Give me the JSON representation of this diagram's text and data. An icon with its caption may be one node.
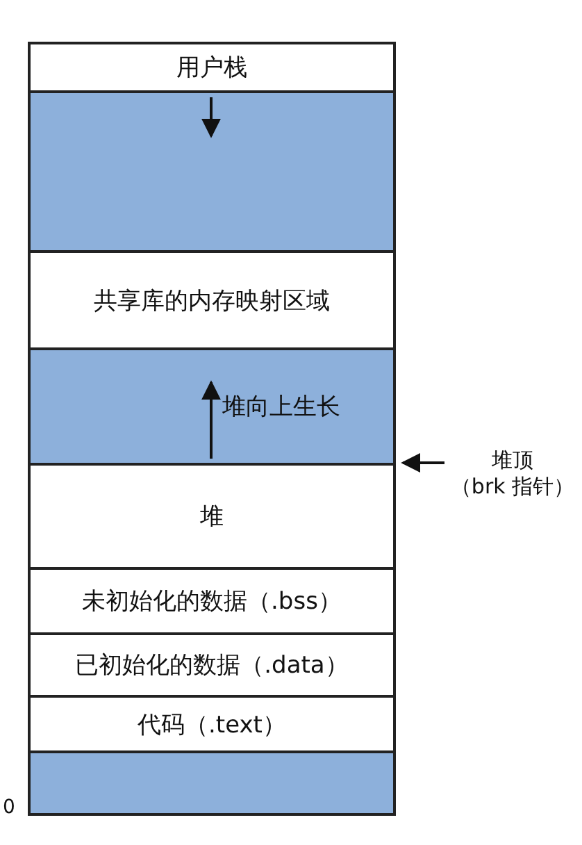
{
  "diagram": {
    "nodes": [
      {
        "text": [
          "用户栈"
        ]
      },
      {
        "text": [],
        "shape": "bar"
      },
      {
        "text": [
          "共享库的内存映射区域"
        ]
      },
      {
        "text": [
          "堆向上生长"
        ]
      },
      {
        "text": [
          "堆"
        ]
      },
      {
        "text": [
          "未初始化的数据（.bss）"
        ]
      },
      {
        "text": [
          "已初始化的数据（.data）"
        ]
      },
      {
        "text": [
          "代码（.text）"
        ]
      },
      {
        "text": [],
        "shape": "bar"
      },
      {
        "text": [
          "堆顶",
          "（brk 指针）"
        ]
      }
    ],
    "edges": [
      {
        "from": 9,
        "to": 4,
        "arrow": "to"
      }
    ],
    "labels": [
      "0"
    ]
  }
}
